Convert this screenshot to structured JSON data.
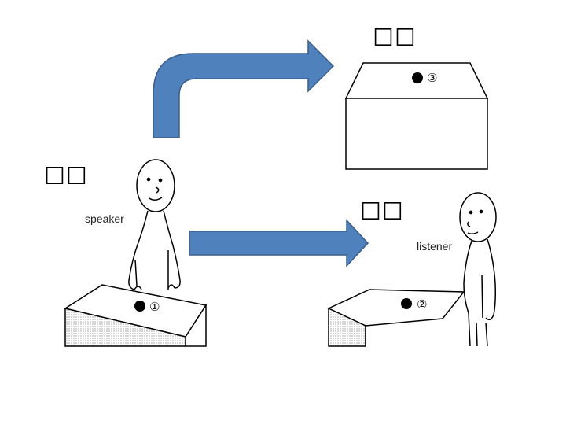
{
  "labels": {
    "top_right": "☐☐",
    "left": "☐☐",
    "middle_right": "☐☐",
    "speaker": "speaker",
    "listener": "listener"
  },
  "markers": {
    "box1": "①",
    "box2": "②",
    "box3": "③"
  },
  "colors": {
    "arrow_fill": "#4F81BD",
    "arrow_stroke": "#385D8A",
    "hatch": "#bdbdbd"
  }
}
